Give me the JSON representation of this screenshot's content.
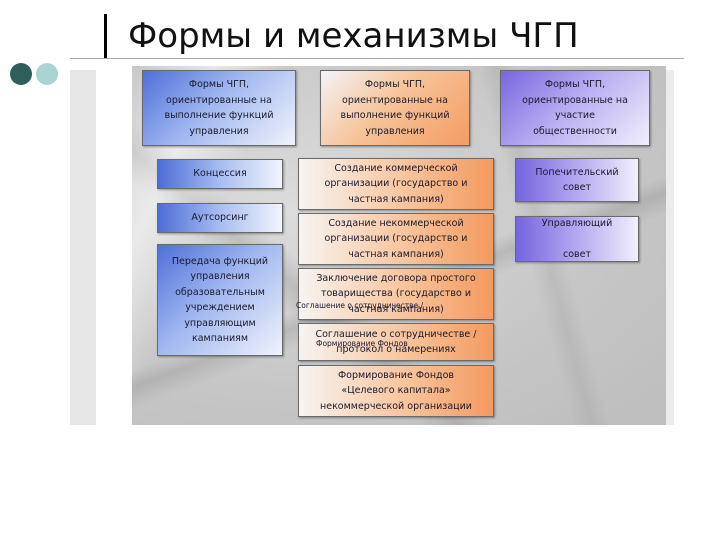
{
  "slide": {
    "title": "Формы и механизмы ЧГП"
  },
  "diagram": {
    "col1": {
      "header": "Формы ЧГП,\nориентированные на\nвыполнение функций\nуправления",
      "items": [
        "Концессия",
        "Аутсорсинг",
        "Передача функций\nуправления\nобразовательным\nучреждением\nуправляющим\nкампаниям"
      ]
    },
    "col2": {
      "header": "Формы ЧГП,\nориентированные на\nвыполнение функций\nуправления",
      "items": [
        "Создание коммерческой\nорганизации (государство и\nчастная кампания)",
        "Создание некоммерческой\nорганизации (государство и\nчастная кампания)",
        "Заключение договора простого\nтоварищества (государство и\nчастная кампания)",
        "Соглашение о сотрудничестве /\nпротокол о намерениях",
        "Формирование Фондов\n«Целевого капитала»\nнекоммерческой организации"
      ],
      "overlay_texts": [
        "Соглашение о сотрудничестве /",
        "Формирование Фондов"
      ]
    },
    "col3": {
      "header": "Формы ЧГП,\nориентированные на\nучастие\nобщественности",
      "items": [
        "Попечительский\nсовет",
        "Управляющий\n\nсовет"
      ]
    }
  },
  "colors": {
    "dot_dark": "#2f5f5c",
    "dot_light": "#a9d4cf",
    "blue_accent": "#4e6fd8",
    "orange_accent": "#f49c63",
    "violet_accent": "#7766e0"
  }
}
